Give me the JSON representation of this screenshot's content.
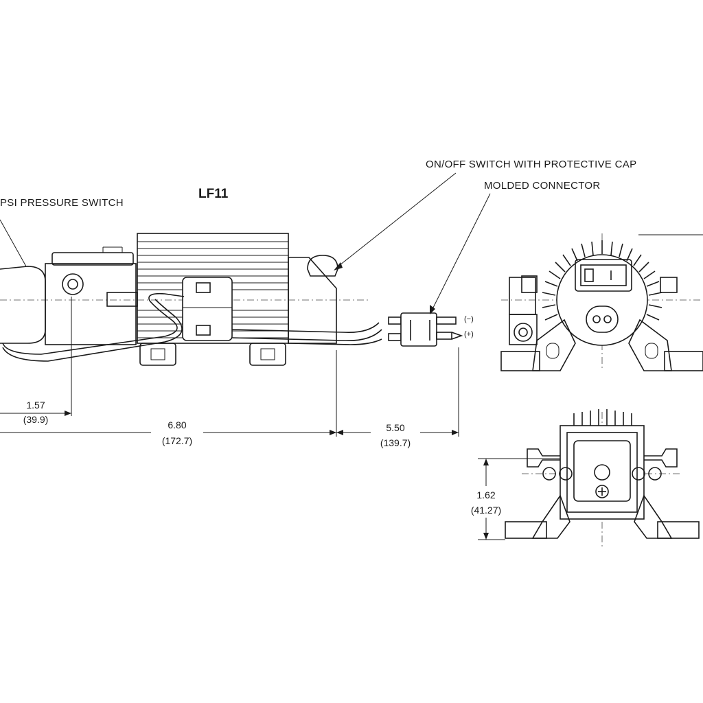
{
  "labels": {
    "pressure_switch": "PSI PRESSURE SWITCH",
    "model": "LF11",
    "on_off_switch": "ON/OFF SWITCH WITH PROTECTIVE CAP",
    "molded_connector": "MOLDED CONNECTOR",
    "polarity_negative": "(−)",
    "polarity_positive": "(+)"
  },
  "dimensions": {
    "d1": {
      "inches": "1.57",
      "mm": "(39.9)"
    },
    "d2": {
      "inches": "6.80",
      "mm": "(172.7)"
    },
    "d3": {
      "inches": "5.50",
      "mm": "(139.7)"
    },
    "d4": {
      "inches": "1.62",
      "mm": "(41.27)"
    }
  },
  "colors": {
    "ink": "#1a1a1a",
    "paper": "#ffffff"
  }
}
